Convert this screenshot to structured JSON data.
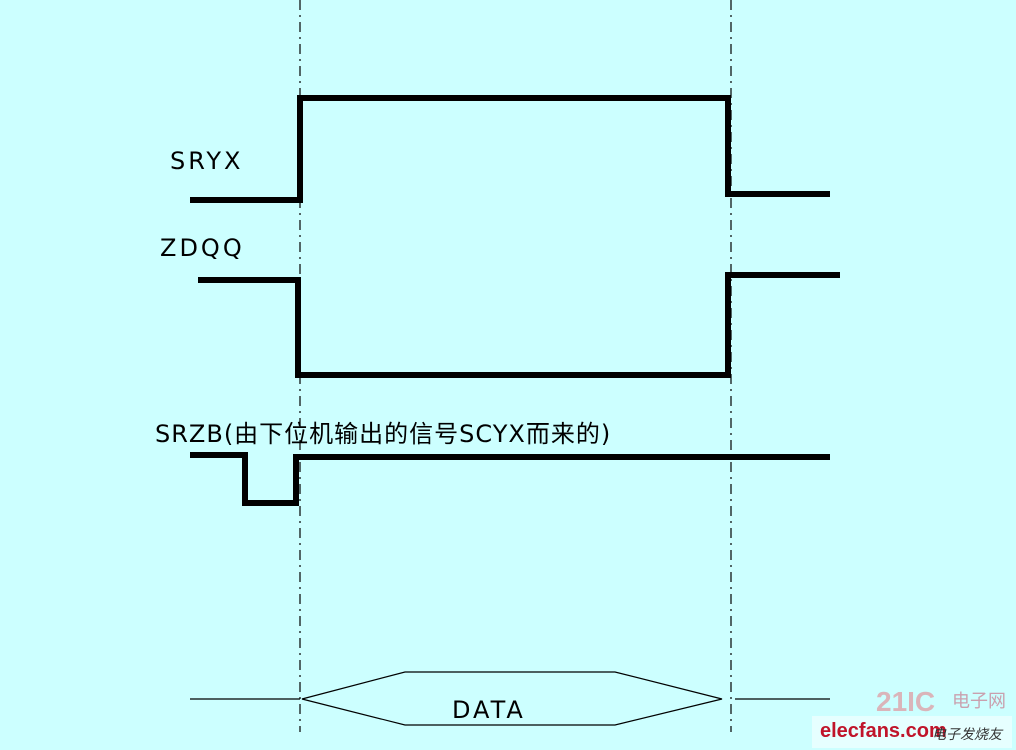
{
  "signals": [
    {
      "name": "SRYX"
    },
    {
      "name": "ZDQQ"
    },
    {
      "name": "SRZB(由下位机输出的信号SCYX而来的)"
    }
  ],
  "bus": {
    "label": "DATA"
  },
  "watermark": {
    "brand": "elecfans.com",
    "brand_cn": "电子发烧友",
    "back_logo": "21IC",
    "back_logo_cn": "电子网"
  },
  "colors": {
    "background": "#ccffff",
    "signal": "#000000",
    "watermark": "#c0142a"
  }
}
